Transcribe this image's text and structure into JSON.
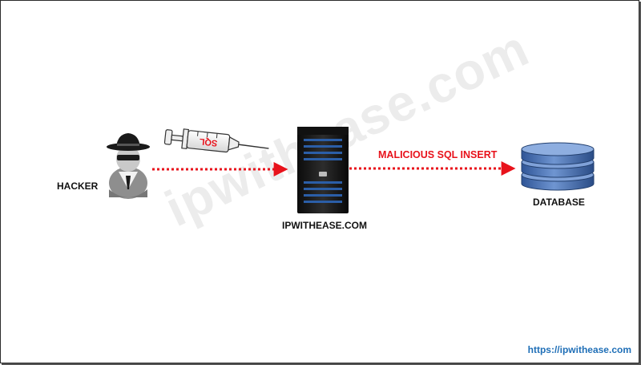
{
  "nodes": {
    "hacker": {
      "label": "HACKER",
      "icon": "hacker-spy-icon"
    },
    "server": {
      "label": "IPWITHEASE.COM",
      "icon": "server-tower-icon"
    },
    "database": {
      "label": "DATABASE",
      "icon": "database-cylinder-icon"
    }
  },
  "edges": {
    "injection": {
      "syringe_text": "SQL",
      "icon": "syringe-icon"
    },
    "malicious": {
      "label": "MALICIOUS SQL INSERT"
    }
  },
  "watermark": "ipwithease.com",
  "footer": {
    "url": "https://ipwithease.com"
  },
  "colors": {
    "arrow": "#e8121b",
    "url": "#1f6fb7",
    "database": "#4b73b6"
  }
}
